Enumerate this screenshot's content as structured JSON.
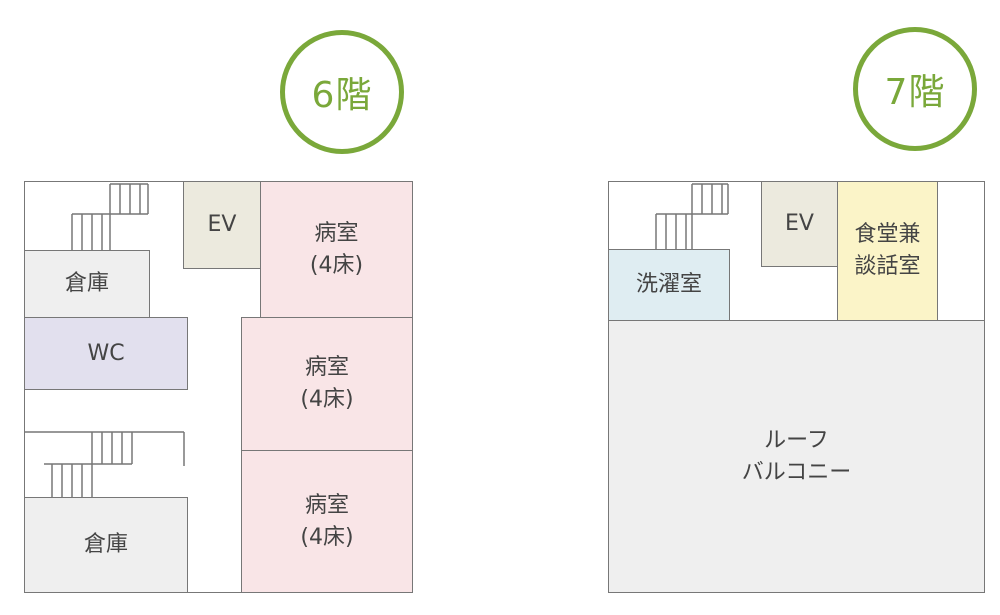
{
  "floors": {
    "f6": {
      "badge": "6階",
      "rooms": {
        "ev": "EV",
        "storage_upper": "倉庫",
        "wc": "WC",
        "storage_lower": "倉庫",
        "ward_1": "病室\n(4床)",
        "ward_2": "病室\n(4床)",
        "ward_3": "病室\n(4床)"
      }
    },
    "f7": {
      "badge": "7階",
      "rooms": {
        "ev": "EV",
        "laundry": "洗濯室",
        "dining": "食堂兼\n談話室",
        "roof": "ルーフ\nバルコニー"
      }
    }
  },
  "colors": {
    "badge": "#7aa83a",
    "ward": "#f9e5e7",
    "storage": "#efefef",
    "ev": "#eceade",
    "wc": "#e2e0ee",
    "laundry": "#dfedf2",
    "dining": "#fbf4c8",
    "roof": "#efefef",
    "wall": "#777777"
  }
}
